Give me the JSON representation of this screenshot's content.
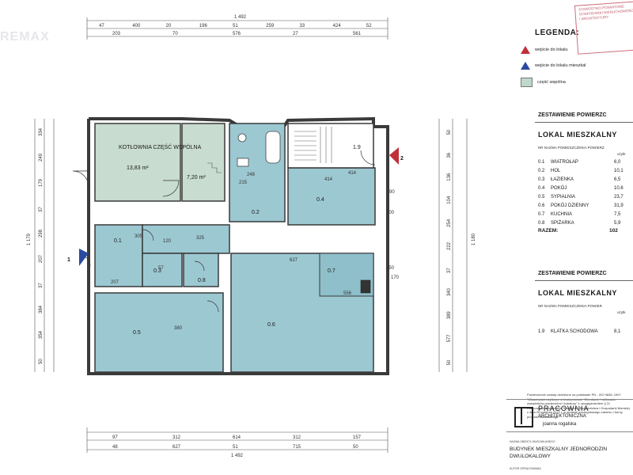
{
  "watermark": "REMAX",
  "stamp_text": "STAROSTWO POWIATOWE GOSPODARKI NIERUCHOMOŚCI I ARCHITEKTURY",
  "entries": [
    {
      "num": "1"
    },
    {
      "num": "2"
    }
  ],
  "top_dims": {
    "overall": "1 492",
    "row2": [
      "47",
      "400",
      "20",
      "196",
      "51",
      "259",
      "33",
      "424",
      "52"
    ],
    "row3": [
      "203",
      "70",
      "576",
      "27",
      "561"
    ]
  },
  "bottom_dims": {
    "row1": [
      "97",
      "312",
      "614",
      "312",
      "157"
    ],
    "row2": [
      "48",
      "627",
      "51",
      "715",
      "50"
    ],
    "overall": "1 492"
  },
  "left_dims": {
    "overall": "1 179",
    "col": [
      "334",
      "249",
      "179",
      "37",
      "298",
      "207",
      "37",
      "384",
      "354",
      "50"
    ]
  },
  "right_dims": {
    "overall": "1 180",
    "col": [
      "50",
      "36",
      "136",
      "104",
      "254",
      "222",
      "37",
      "340",
      "389",
      "577",
      "50"
    ]
  },
  "rooms": [
    {
      "id": "boiler",
      "name": "KOTŁOWNIA CZĘŚĆ WSPÓLNA",
      "area": "13,83 m²"
    },
    {
      "id": "small-common",
      "area": "7,20 m²"
    },
    {
      "id": "0.1",
      "label": "0.1"
    },
    {
      "id": "0.2",
      "label": "0.2"
    },
    {
      "id": "0.3",
      "label": "0.3"
    },
    {
      "id": "0.4",
      "label": "0.4"
    },
    {
      "id": "0.5",
      "label": "0.5"
    },
    {
      "id": "0.6",
      "label": "0.6"
    },
    {
      "id": "0.7",
      "label": "0.7"
    },
    {
      "id": "0.8",
      "label": "0.8"
    },
    {
      "id": "1.9",
      "label": "1.9"
    }
  ],
  "inner_dims": [
    "305",
    "207",
    "120",
    "325",
    "57",
    "414",
    "627",
    "380",
    "556",
    "414",
    "200",
    "90",
    "150",
    "170",
    "248",
    "215"
  ],
  "legend": {
    "title": "LEGENDA:",
    "items": [
      {
        "label": "wejście do lokalu",
        "color": "#c0303a",
        "kind": "triangle"
      },
      {
        "label": "wejście do lokalu mieszkal",
        "color": "#2a4aa0",
        "kind": "triangle"
      },
      {
        "label": "część wspólna",
        "color": "#bfd8cc",
        "kind": "swatch"
      }
    ]
  },
  "summary1": {
    "title": "ZESTAWIENIE POWIERZC",
    "unit": "LOKAL MIESZKALNY",
    "header": "NR NAZWA POMIESZCZENIA POWIERZ",
    "header2": "użytk",
    "rows": [
      {
        "num": "0.1",
        "name": "WIATROŁAP",
        "area": "6,0"
      },
      {
        "num": "0.2",
        "name": "HOL",
        "area": "10,1"
      },
      {
        "num": "0.3",
        "name": "ŁAZIENKA",
        "area": "6,5"
      },
      {
        "num": "0.4",
        "name": "POKÓJ",
        "area": "10,6"
      },
      {
        "num": "0.5",
        "name": "SYPIALNIA",
        "area": "23,7"
      },
      {
        "num": "0.6",
        "name": "POKÓJ DZIENNY",
        "area": "31,9"
      },
      {
        "num": "0.7",
        "name": "KUCHNIA",
        "area": "7,5"
      },
      {
        "num": "0.8",
        "name": "SPIŻARKA",
        "area": "5,9"
      }
    ],
    "total_label": "RAZEM:",
    "total_value": "102"
  },
  "summary2": {
    "title": "ZESTAWIENIE POWIERZC",
    "unit": "LOKAL MIESZKALNY",
    "header": "NR NAZWA POMIESZCZENIA POWIER",
    "header2": "użytk",
    "rows": [
      {
        "num": "1.9",
        "name": "KLATKA SCHODOWA",
        "area": "8,1"
      }
    ]
  },
  "note": "Powierzchnie zostały określone na podstawie PN - ISO 9836: 1997 \"Właściwości użytkowe w budownictwie. Określanie i obliczanie wskaźników powierzchni i kubatury\" z uwzględnieniem § 11 Rozporządzenia Ministra Transportu, Budownictwa i Gospodarki Morskiej z dnia 25 kwietnia 2012 r. w sprawie szczegółowego zakresu i formy projektu budowlanego",
  "firm": {
    "name1": "PRACOWNIA",
    "name2": "ARCHITEKTONICZNA",
    "name3": "joanna rogalska"
  },
  "building": {
    "label_top": "NAZWA OBIEKTU BUDOWLANEGO",
    "title": "BUDYNEK MIESZKALNY JEDNORODZIN DWULOKALOWY",
    "label_bottom": "AUTOR OPRACOWANIA"
  },
  "colors": {
    "room_blue": "#9cc8d2",
    "room_blue_dark": "#7fb3c1",
    "common_green": "#c8dccf",
    "wall": "#3a3a3a",
    "entry_red": "#c0303a",
    "entry_blue": "#2a4aa0"
  }
}
